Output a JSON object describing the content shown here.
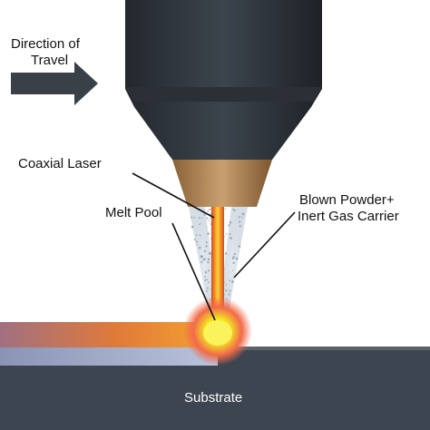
{
  "labels": {
    "direction_line1": "Direction of",
    "direction_line2": "Travel",
    "coaxial_laser": "Coaxial Laser",
    "blown_powder_line1": "Blown Powder+",
    "blown_powder_line2": "Inert Gas Carrier",
    "melt_pool": "Melt Pool",
    "substrate": "Substrate"
  },
  "colors": {
    "nozzle_body": "#333a42",
    "nozzle_tip": "#b88a5c",
    "laser_beam": "#f0a020",
    "powder": "#b8c4d0",
    "melt_pool": "#f6ee3a",
    "substrate": "#3d4550",
    "deposit_track": "#e88a2a",
    "arrow": "#3a4048"
  },
  "icons": {
    "direction_arrow": "right-arrow-icon"
  }
}
